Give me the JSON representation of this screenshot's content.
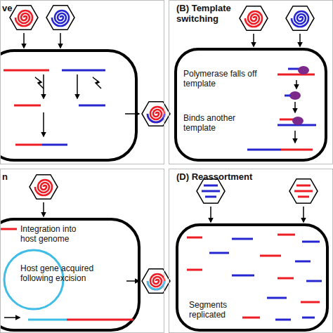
{
  "diagram": {
    "nodes": [
      {
        "text": [
          "ve"
        ]
      },
      {
        "text": [
          "(B) Template switching",
          "Polymerase falls off template",
          "Binds another template"
        ]
      },
      {
        "text": [
          "n",
          "Integration into host genome",
          "Host gene acquired following excision"
        ]
      },
      {
        "text": [
          "(D) Reassortment",
          "Segments replicated"
        ]
      }
    ]
  }
}
